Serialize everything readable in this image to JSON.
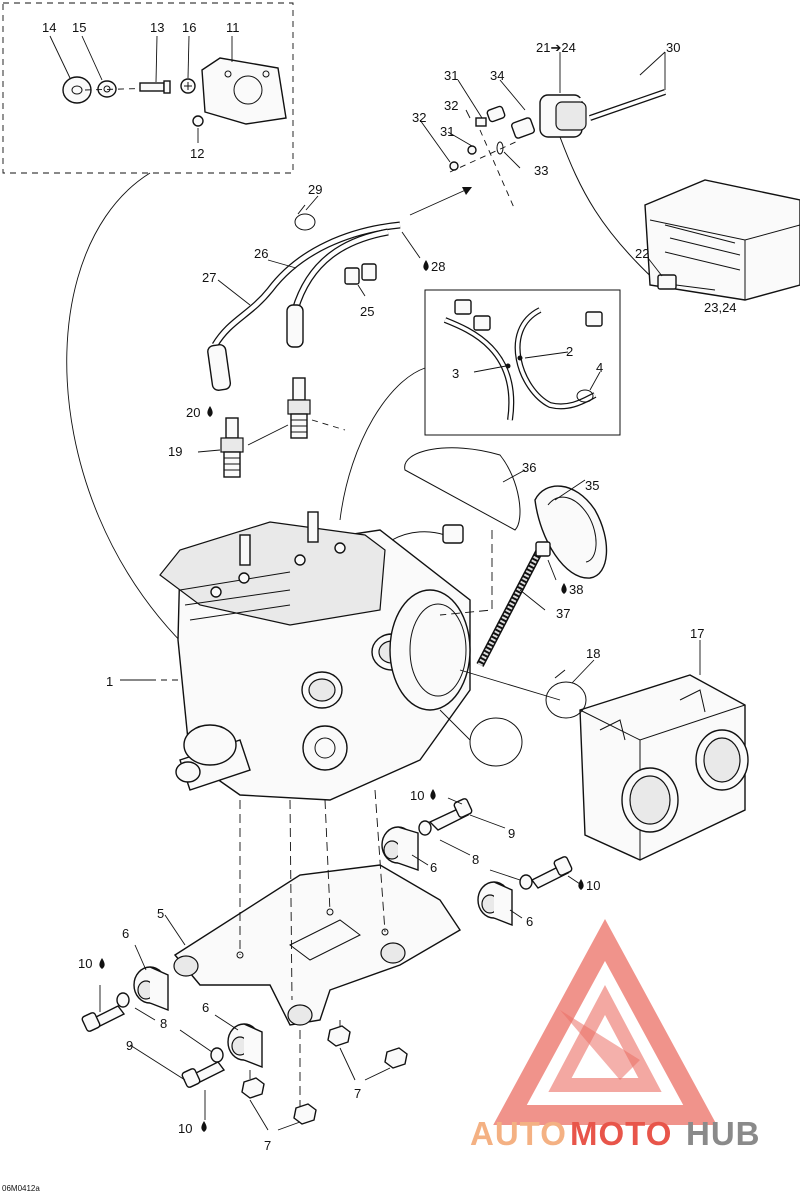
{
  "figure_code": "06M0412a",
  "watermark": {
    "word_part1": "AUTO",
    "word_part2": "MOTO",
    "word_part3": "HUB",
    "color_orange": "#f4b183",
    "color_red": "#e8554a",
    "color_gray": "#8a8a8a"
  },
  "callouts": {
    "c1": "1",
    "c2": "2",
    "c3": "3",
    "c4": "4",
    "c5": "5",
    "c6a": "6",
    "c6b": "6",
    "c6c": "6",
    "c6d": "6",
    "c7a": "7",
    "c7b": "7",
    "c8a": "8",
    "c8b": "8",
    "c9a": "9",
    "c9b": "9",
    "c10a": "10",
    "c10b": "10",
    "c10c": "10",
    "c10d": "10",
    "c11": "11",
    "c12": "12",
    "c13": "13",
    "c14": "14",
    "c15": "15",
    "c16": "16",
    "c17": "17",
    "c18": "18",
    "c19": "19",
    "c20": "20",
    "c21": "21➔24",
    "c22": "22",
    "c23": "23,24",
    "c25": "25",
    "c26": "26",
    "c27": "27",
    "c28": "28",
    "c29": "29",
    "c30": "30",
    "c31a": "31",
    "c31b": "31",
    "c32a": "32",
    "c32b": "32",
    "c33": "33",
    "c34": "34",
    "c35": "35",
    "c36": "36",
    "c37": "37",
    "c38": "38"
  }
}
